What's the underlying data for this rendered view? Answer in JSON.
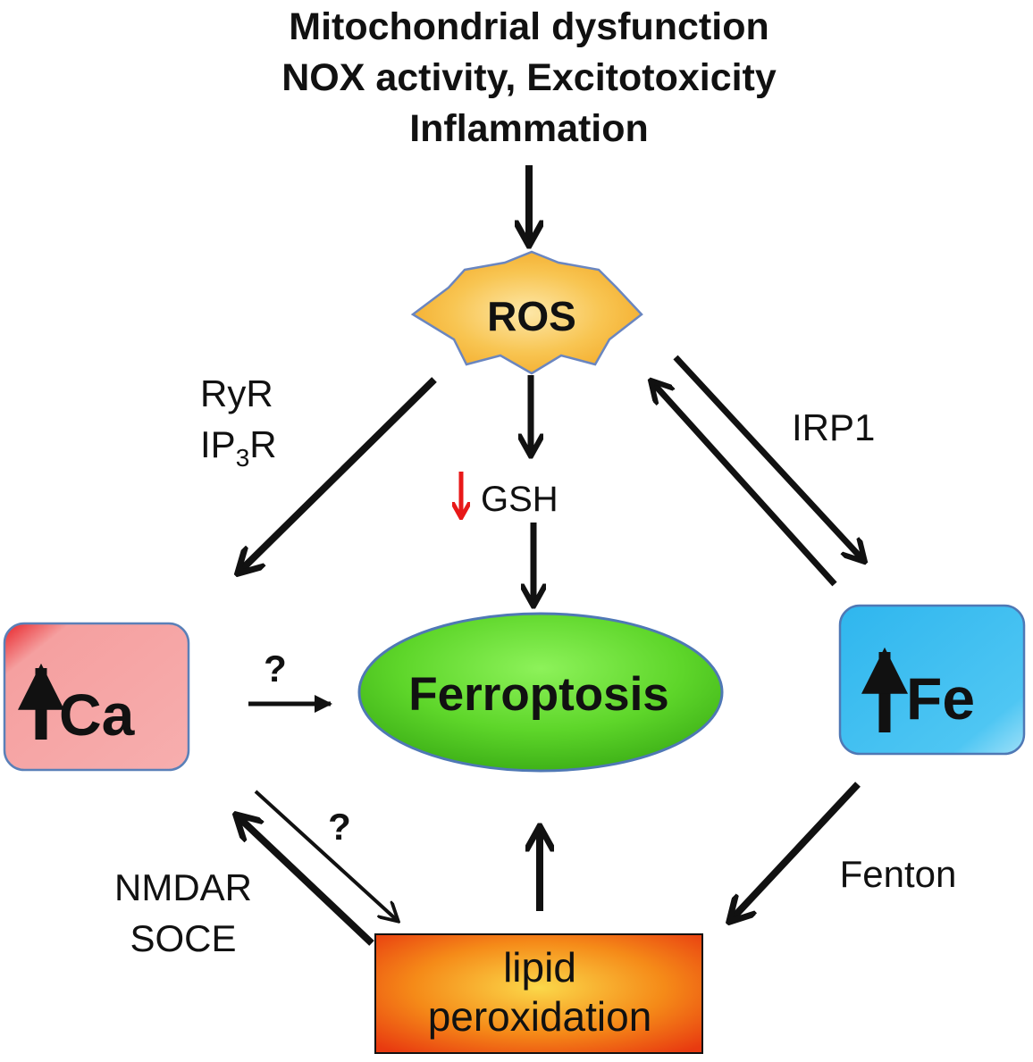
{
  "causes": {
    "line1": "Mitochondrial dysfunction",
    "line2": "NOX activity, Excitotoxicity",
    "line3": "Inflammation"
  },
  "nodes": {
    "ros": "ROS",
    "ferroptosis": "Ferroptosis",
    "ca": "Ca",
    "fe": "Fe",
    "lipid_line1": "lipid",
    "lipid_line2": "peroxidation"
  },
  "edge_labels": {
    "ryr": "RyR",
    "ip3r_main": "IP",
    "ip3r_sub": "3",
    "ip3r_end": "R",
    "gsh": "GSH",
    "irp1": "IRP1",
    "question_top": "?",
    "question_bottom": "?",
    "nmdar": "NMDAR",
    "soce": "SOCE",
    "fenton": "Fenton"
  },
  "colors": {
    "ros_fill": "#f5b83a",
    "ferroptosis_fill": "#5ed62a",
    "ca_fill": "#f5a0a0",
    "fe_fill": "#3cc0f0",
    "lipid_fill": "#f57a12",
    "gsh_down_arrow": "#e81818",
    "arrow": "#111111"
  }
}
